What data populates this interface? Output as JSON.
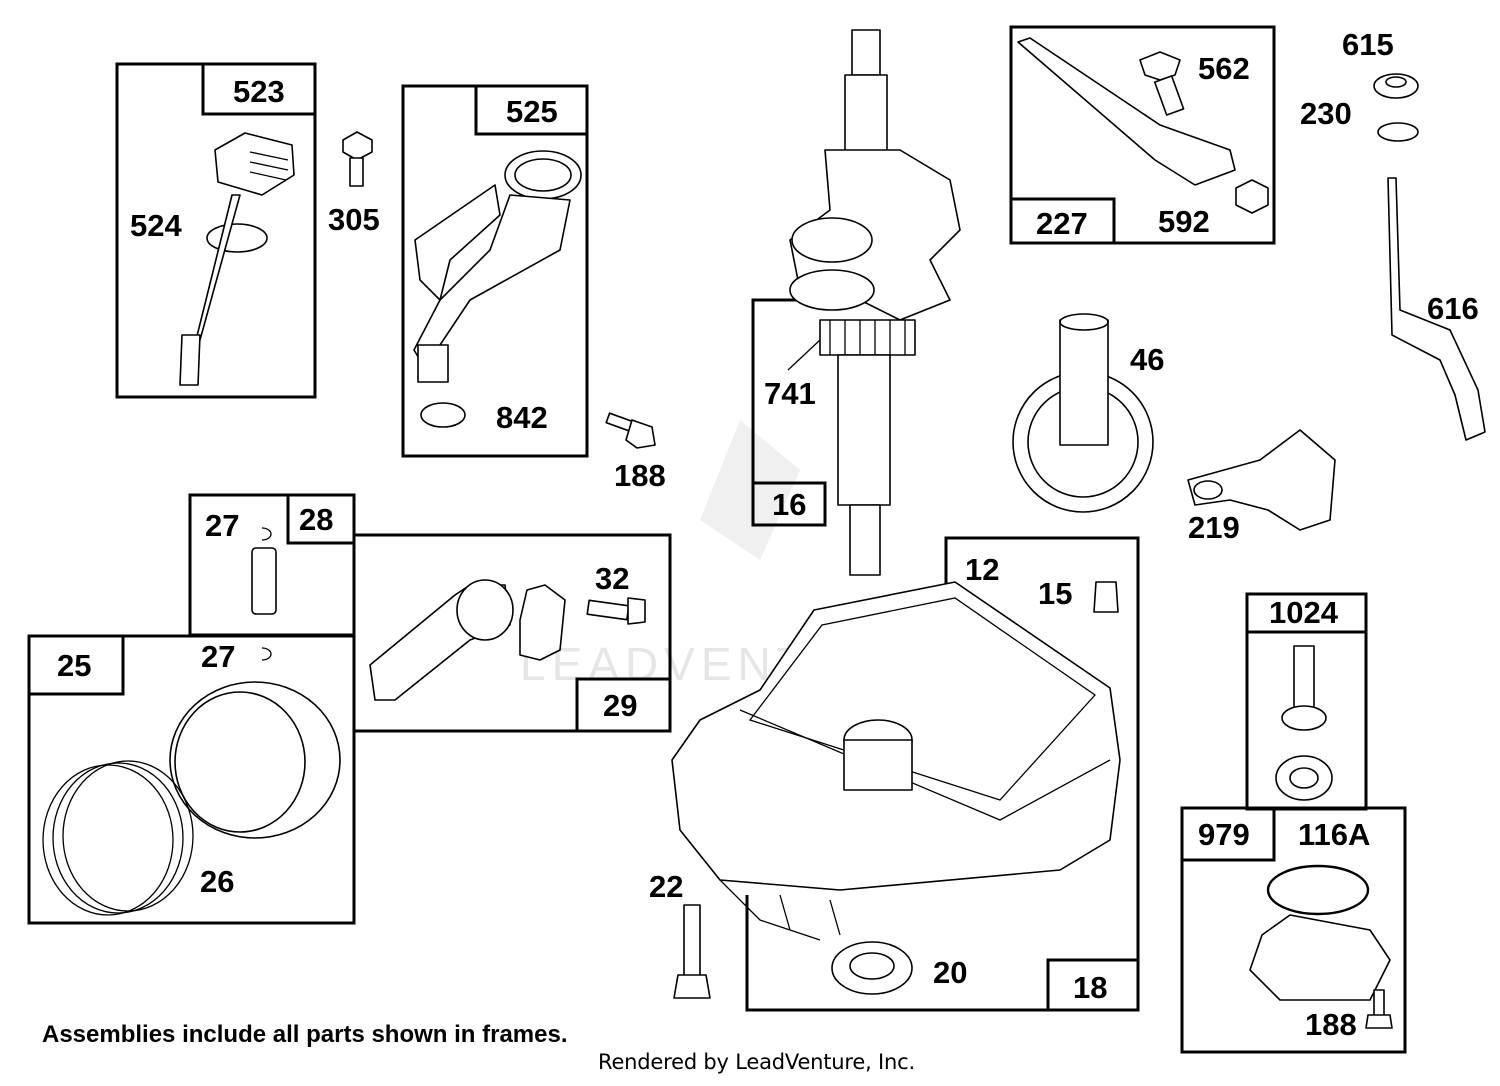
{
  "labels": {
    "p523": "523",
    "p524": "524",
    "p305": "305",
    "p525": "525",
    "p842": "842",
    "p188a": "188",
    "p741": "741",
    "p16": "16",
    "p562": "562",
    "p227": "227",
    "p592": "592",
    "p615": "615",
    "p230": "230",
    "p616": "616",
    "p46": "46",
    "p219": "219",
    "p27a": "27",
    "p28": "28",
    "p25": "25",
    "p27b": "27",
    "p26": "26",
    "p32": "32",
    "p29": "29",
    "p12": "12",
    "p15": "15",
    "p22": "22",
    "p20": "20",
    "p18": "18",
    "p1024": "1024",
    "p979": "979",
    "p116a": "116A",
    "p188b": "188"
  },
  "footer": {
    "note": "Assemblies include all parts shown in frames.",
    "credit": "Rendered by LeadVenture, Inc."
  },
  "watermark": "LEADVENTURE"
}
